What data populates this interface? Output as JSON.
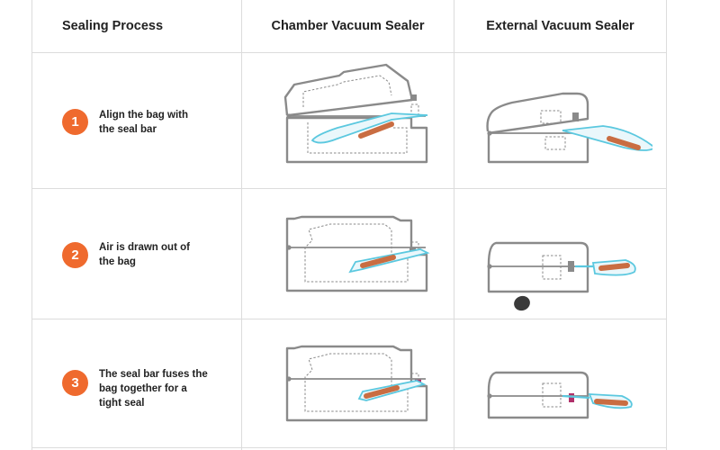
{
  "headers": {
    "process": "Sealing Process",
    "chamber": "Chamber Vacuum Sealer",
    "external": "External Vacuum Sealer"
  },
  "steps": [
    {
      "number": "1",
      "line1": "Align the bag with",
      "line2": "the seal bar",
      "line3": ""
    },
    {
      "number": "2",
      "line1": "Air is drawn out of",
      "line2": "the bag",
      "line3": ""
    },
    {
      "number": "3",
      "line1": "The seal bar fuses the",
      "line2": "bag together for a",
      "line3": "tight seal"
    }
  ],
  "colors": {
    "accent": "#ef6a2e",
    "outline": "#8a8a8a",
    "bag": "#5bc8df",
    "food": "#c96d42",
    "seal_active": "#b0306a"
  }
}
